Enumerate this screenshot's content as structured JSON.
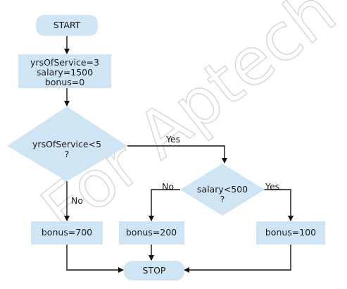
{
  "watermark": "For Aptech Ce",
  "colors": {
    "node_fill": "#cfe5f4",
    "edge": "#111111",
    "text": "#1b1b1b",
    "watermark": "#d6d6d6"
  },
  "nodes": {
    "start": "START",
    "init_1": "yrsOfService=3",
    "init_2": "salary=1500",
    "init_3": "bonus=0",
    "decision_years_1": "yrsOfService<5",
    "decision_years_2": "?",
    "decision_salary_1": "salary<500",
    "decision_salary_2": "?",
    "bonus_700": "bonus=700",
    "bonus_200": "bonus=200",
    "bonus_100": "bonus=100",
    "stop": "STOP"
  },
  "edge_labels": {
    "years_yes": "Yes",
    "years_no": "No",
    "salary_no": "No",
    "salary_yes": "Yes"
  }
}
